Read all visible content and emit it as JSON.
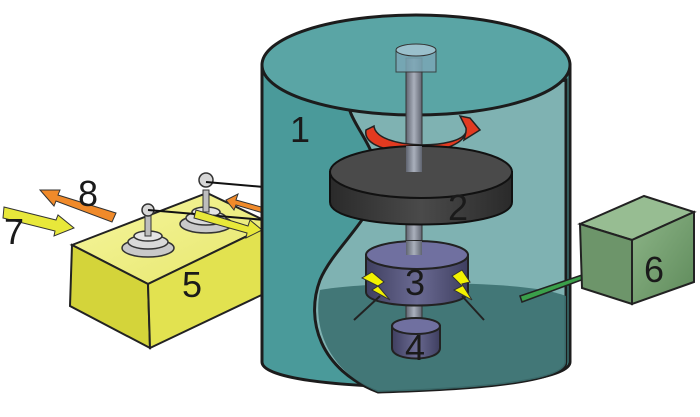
{
  "labels": {
    "housing": "1",
    "flywheel": "2",
    "motor_generator": "3",
    "magnetic_bearing": "4",
    "power_electronics": "5",
    "vacuum_pump": "6",
    "power_in": "7",
    "power_out": "8"
  },
  "colors": {
    "housing": "#4a9a9a",
    "power_electronics": "#dede4a",
    "vacuum_pump": "#6f9a6a",
    "rotation_arrow": "#e23a20",
    "spark": "#f2f200",
    "input_arrow": "#e8e83a",
    "output_arrow": "#f08a2a",
    "vacuum_arrow": "#3aa04a",
    "flywheel": "#3c3c3c",
    "motor": "#52527a"
  },
  "icons": [
    "rotation-arrow-icon",
    "lightning-icon",
    "bushing-insulator-icon",
    "arrow-icon"
  ]
}
